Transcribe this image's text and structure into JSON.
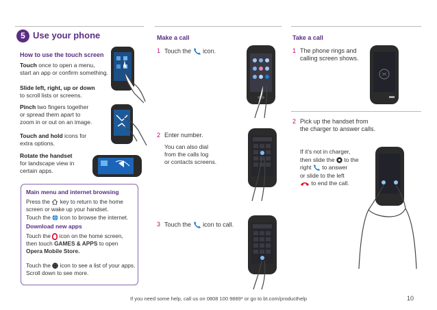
{
  "section": {
    "number": "5",
    "title": "Use your phone"
  },
  "touch_screen": {
    "heading": "How to use the touch screen",
    "touch_bold": "Touch",
    "touch_text_1": " once to open a menu,",
    "touch_text_2": "start an app or confirm something.",
    "slide_bold": "Slide left, right, up or down",
    "slide_text": "to scroll lists or screens.",
    "pinch_bold": "Pinch",
    "pinch_text_1": " two fingers together",
    "pinch_text_2": "or spread them apart to",
    "pinch_text_3": "zoom in or out on an image.",
    "hold_bold": "Touch and hold",
    "hold_text_1": " icons for",
    "hold_text_2": "extra options.",
    "rotate_bold": "Rotate the handset",
    "rotate_text_1": "for landscape view in",
    "rotate_text_2": "certain apps."
  },
  "info_box": {
    "heading": "Main menu and internet browsing",
    "line_1a": "Press the",
    "line_1b": "key to return to the home",
    "line_2": "screen or wake up your handset.",
    "line_3a": "Touch the",
    "line_3b": "icon to browse the internet.",
    "download_heading": "Download new apps",
    "line_4a": "Touch the",
    "line_4b": "icon on the home screen,",
    "line_5a": "then touch",
    "line_5b": "GAMES & APPS",
    "line_5c": "to open",
    "line_6": "Opera Mobile Store.",
    "line_7a": "Touch the",
    "line_7b": "icon to see a list of your apps.",
    "line_8": "Scroll down to see more."
  },
  "make_call": {
    "heading": "Make a call",
    "step1_num": "1",
    "step1_a": "Touch the",
    "step1_b": "icon.",
    "step2_num": "2",
    "step2_text": "Enter number.",
    "step2_note_1": "You can also dial",
    "step2_note_2": "from the calls log",
    "step2_note_3": "or contacts screens.",
    "step3_num": "3",
    "step3_a": "Touch the",
    "step3_b": "icon to call."
  },
  "take_call": {
    "heading": "Take a call",
    "step1_num": "1",
    "step1_text_1": "The phone rings and",
    "step1_text_2": "calling screen shows.",
    "step2_num": "2",
    "step2_text_1": "Pick up the handset from",
    "step2_text_2": "the charger to answer calls.",
    "note_1": "If it's not in charger,",
    "note_2a": "then slide the",
    "note_2b": "to the",
    "note_3a": "right",
    "note_3b": "to answer",
    "note_4": "or slide to the left",
    "note_5": "to end the call."
  },
  "footer": {
    "help_text": "If you need some help, call us on 0808 100 9889* or go to bt.com/producthelp",
    "page_number": "10"
  },
  "colors": {
    "brand_purple": "#5a2d82",
    "accent_magenta": "#c8007a",
    "call_blue": "#1d7fd1",
    "end_red": "#e2002a"
  }
}
